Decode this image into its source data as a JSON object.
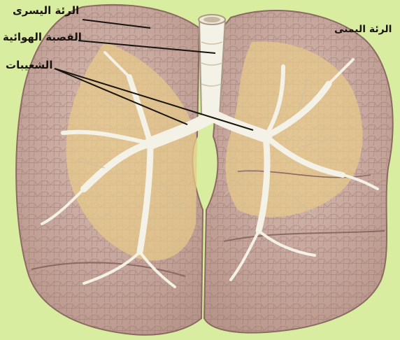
{
  "labels": {
    "left_lung": "الرئة اليسرى",
    "trachea": "القصبة الهوائية",
    "bronchioles": "الشعيبات",
    "right_lung": "الرئة اليمنى"
  },
  "colors": {
    "background": "#d9eda0",
    "lung_tissue": "#c9a9a0",
    "lung_edge": "#8a6a62",
    "lobe_inner": "#e6c98a",
    "airway": "#f4f1e6",
    "airway_edge": "#a89a84",
    "ink": "#1a1410"
  }
}
